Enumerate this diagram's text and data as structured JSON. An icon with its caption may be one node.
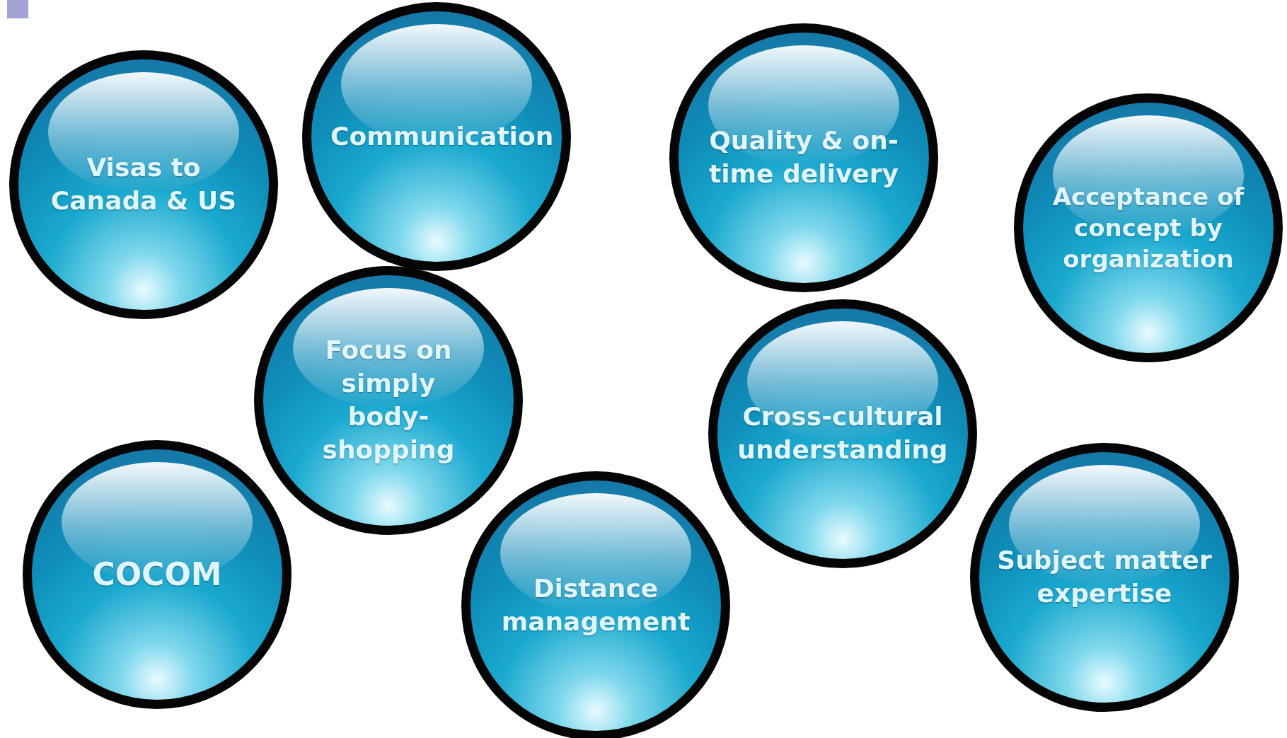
{
  "diagram": {
    "nodes": [
      {
        "text": [
          "Visas to Canada & US"
        ]
      },
      {
        "text": [
          "Communication"
        ]
      },
      {
        "text": [
          "Quality & on-time delivery"
        ]
      },
      {
        "text": [
          "Acceptance of concept by organization"
        ]
      },
      {
        "text": [
          "Focus on simply body-shopping"
        ]
      },
      {
        "text": [
          "Cross-cultural understanding"
        ]
      },
      {
        "text": [
          "COCOM"
        ]
      },
      {
        "text": [
          "Distance management"
        ]
      },
      {
        "text": [
          "Subject matter expertise"
        ]
      }
    ]
  }
}
